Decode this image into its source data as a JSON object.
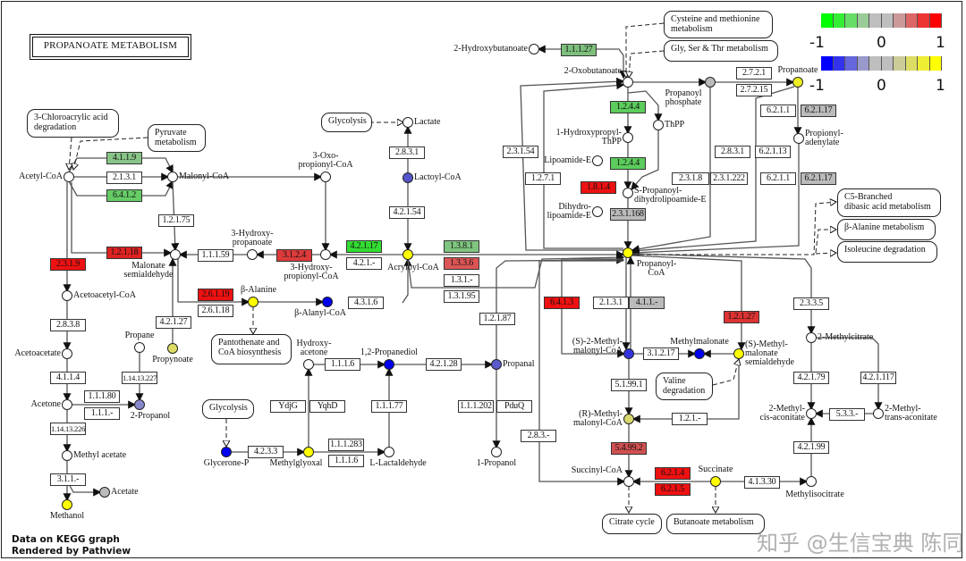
{
  "title": "PROPANOATE METABOLISM",
  "legend": {
    "gene_colors": [
      "#00ff00",
      "#33ee33",
      "#66dd66",
      "#99cc99",
      "#bebebe",
      "#bebebe",
      "#cc9999",
      "#dd6666",
      "#ee3333",
      "#ff0000"
    ],
    "compound_colors": [
      "#0000ff",
      "#3333ee",
      "#6666dd",
      "#9999cc",
      "#bebebe",
      "#bebebe",
      "#cccc99",
      "#dddd66",
      "#eeee33",
      "#ffff00"
    ],
    "gene_ticks": [
      "-1",
      "0",
      "1"
    ],
    "compound_ticks": [
      "-1",
      "0",
      "1"
    ]
  },
  "enzymes": [
    {
      "label": "1.1.1.27",
      "color": "#7dbf7d"
    },
    {
      "label": "4.1.1.9",
      "color": "#88c488"
    },
    {
      "label": "2.1.3.1",
      "color": "#ffffff"
    },
    {
      "label": "6.4.1.2",
      "color": "#66cc66"
    },
    {
      "label": "1.2.1.75",
      "color": "#ffffff"
    },
    {
      "label": "1.2.1.18",
      "color": "#dd2222"
    },
    {
      "label": "2.3.1.9",
      "color": "#ee1111"
    },
    {
      "label": "1.1.1.59",
      "color": "#ffffff"
    },
    {
      "label": "3.1.2.4",
      "color": "#dd3b3b"
    },
    {
      "label": "2.6.1.19",
      "color": "#ee1111"
    },
    {
      "label": "2.6.1.18",
      "color": "#ffffff"
    },
    {
      "label": "4.2.1.27",
      "color": "#ffffff"
    },
    {
      "label": "2.8.3.8",
      "color": "#ffffff"
    },
    {
      "label": "4.1.1.4",
      "color": "#ffffff"
    },
    {
      "label": "1.1.1.80",
      "color": "#ffffff"
    },
    {
      "label": "1.1.1.-",
      "color": "#ffffff"
    },
    {
      "label": "1.14.13.227",
      "color": "#ffffff"
    },
    {
      "label": "1.14.13.226",
      "color": "#ffffff"
    },
    {
      "label": "3.1.1.-",
      "color": "#ffffff"
    },
    {
      "label": "2.8.3.1",
      "color": "#ffffff"
    },
    {
      "label": "4.2.1.54",
      "color": "#ffffff"
    },
    {
      "label": "4.2.1.17",
      "color": "#33dd33"
    },
    {
      "label": "4.2.1.-",
      "color": "#ffffff"
    },
    {
      "label": "1.3.8.1",
      "color": "#7fc47f"
    },
    {
      "label": "1.3.3.6",
      "color": "#dd5555"
    },
    {
      "label": "1.3.1.-",
      "color": "#ffffff"
    },
    {
      "label": "1.3.1.95",
      "color": "#ffffff"
    },
    {
      "label": "4.3.1.6",
      "color": "#ffffff"
    },
    {
      "label": "1.1.1.6",
      "color": "#ffffff"
    },
    {
      "label": "4.2.1.28",
      "color": "#ffffff"
    },
    {
      "label": "YdjG",
      "color": "#ffffff"
    },
    {
      "label": "YqhD",
      "color": "#ffffff"
    },
    {
      "label": "1.1.1.77",
      "color": "#ffffff"
    },
    {
      "label": "1.1.1.283",
      "color": "#ffffff"
    },
    {
      "label": "1.1.1.6",
      "color": "#ffffff"
    },
    {
      "label": "4.2.3.3",
      "color": "#ffffff"
    },
    {
      "label": "1.2.1.87",
      "color": "#ffffff"
    },
    {
      "label": "1.1.1.202",
      "color": "#ffffff"
    },
    {
      "label": "PduQ",
      "color": "#ffffff"
    },
    {
      "label": "2.8.3.-",
      "color": "#ffffff"
    },
    {
      "label": "2.3.1.54",
      "color": "#ffffff"
    },
    {
      "label": "1.2.7.1",
      "color": "#ffffff"
    },
    {
      "label": "1.2.4.4",
      "color": "#5ccc5c"
    },
    {
      "label": "1.2.4.4",
      "color": "#5ccc5c"
    },
    {
      "label": "1.8.1.4",
      "color": "#ee1111"
    },
    {
      "label": "2.3.1.168",
      "color": "#bbbbbb"
    },
    {
      "label": "2.3.1.8",
      "color": "#ffffff"
    },
    {
      "label": "2.3.1.222",
      "color": "#ffffff"
    },
    {
      "label": "2.8.3.1",
      "color": "#ffffff"
    },
    {
      "label": "6.2.1.13",
      "color": "#ffffff"
    },
    {
      "label": "2.7.2.1",
      "color": "#ffffff"
    },
    {
      "label": "2.7.2.15",
      "color": "#ffffff"
    },
    {
      "label": "6.2.1.1",
      "color": "#ffffff"
    },
    {
      "label": "6.2.1.17",
      "color": "#bbbbbb"
    },
    {
      "label": "6.2.1.1",
      "color": "#ffffff"
    },
    {
      "label": "6.2.1.17",
      "color": "#bbbbbb"
    },
    {
      "label": "6.4.1.3",
      "color": "#ee1111"
    },
    {
      "label": "2.1.3.1",
      "color": "#ffffff"
    },
    {
      "label": "4.1.1.-",
      "color": "#bbbbbb"
    },
    {
      "label": "1.2.1.27",
      "color": "#dd3333"
    },
    {
      "label": "3.1.2.17",
      "color": "#ffffff"
    },
    {
      "label": "5.1.99.1",
      "color": "#ffffff"
    },
    {
      "label": "1.2.1.-",
      "color": "#ffffff"
    },
    {
      "label": "5.4.99.2",
      "color": "#d05050"
    },
    {
      "label": "6.2.1.4",
      "color": "#ee1111"
    },
    {
      "label": "6.2.1.5",
      "color": "#ee1111"
    },
    {
      "label": "4.1.3.30",
      "color": "#ffffff"
    },
    {
      "label": "2.3.3.5",
      "color": "#ffffff"
    },
    {
      "label": "4.2.1.79",
      "color": "#ffffff"
    },
    {
      "label": "4.2.1.117",
      "color": "#ffffff"
    },
    {
      "label": "5.3.3.-",
      "color": "#ffffff"
    },
    {
      "label": "4.2.1.99",
      "color": "#ffffff"
    }
  ],
  "compounds": [
    {
      "label": "Acetyl-CoA",
      "color": "#ffffff"
    },
    {
      "label": "Malonyl-CoA",
      "color": "#ffffff"
    },
    {
      "label": "3-Oxo-\npropionyl-CoA",
      "color": "#ffffff"
    },
    {
      "label": "Malonate\nsemialdehyde",
      "color": "#ffffff"
    },
    {
      "label": "3-Hydroxy-\npropanoate",
      "color": "#ffffff"
    },
    {
      "label": "3-Hydroxy-\npropionyl-CoA",
      "color": "#ffffff"
    },
    {
      "label": "Acetoacetyl-CoA",
      "color": "#ffffff"
    },
    {
      "label": "β-Alanine",
      "color": "#ffff00"
    },
    {
      "label": "β-Alanyl-CoA",
      "color": "#0000ee"
    },
    {
      "label": "Propynoate",
      "color": "#dddd66"
    },
    {
      "label": "Acetoacetate",
      "color": "#ffffff"
    },
    {
      "label": "Propane",
      "color": "#ffffff"
    },
    {
      "label": "Acetone",
      "color": "#ffffff"
    },
    {
      "label": "2-Propanol",
      "color": "#8888cc"
    },
    {
      "label": "Methyl acetate",
      "color": "#ffffff"
    },
    {
      "label": "Acetate",
      "color": "#bbbbbb"
    },
    {
      "label": "Methanol",
      "color": "#ffff00"
    },
    {
      "label": "Lactate",
      "color": "#ffffff"
    },
    {
      "label": "Lactoyl-CoA",
      "color": "#5555cc"
    },
    {
      "label": "Acryloyl-CoA",
      "color": "#ffff00"
    },
    {
      "label": "Hydroxy-\nacetone",
      "color": "#ffffff"
    },
    {
      "label": "1,2-Propanediol",
      "color": "#0000ee"
    },
    {
      "label": "Propanal",
      "color": "#5a5acc"
    },
    {
      "label": "Glycerone-P",
      "color": "#0000ee"
    },
    {
      "label": "Methylglyoxal",
      "color": "#ffff00"
    },
    {
      "label": "L-Lactaldehyde",
      "color": "#ffffff"
    },
    {
      "label": "1-Propanol",
      "color": "#ffffff"
    },
    {
      "label": "2-Hydroxybutanoate",
      "color": "#ffffff"
    },
    {
      "label": "2-Oxobutanoate",
      "color": "#ffffff"
    },
    {
      "label": "Propanoyl\nphosphate",
      "color": "#bbbbbb"
    },
    {
      "label": "Propanoate",
      "color": "#eeee22"
    },
    {
      "label": "1-Hydroxypropyl-\nThPP",
      "color": "#ffffff"
    },
    {
      "label": "ThPP",
      "color": "#ffffff"
    },
    {
      "label": "Lipoamide-E",
      "color": "#ffffff"
    },
    {
      "label": "Dihydro-\nlipoamide-E",
      "color": "#ffffff"
    },
    {
      "label": "S-Propanoyl-\ndihydrolipoamide-E",
      "color": "#ffffff"
    },
    {
      "label": "Propionyl-\nadenylate",
      "color": "#ffffff"
    },
    {
      "label": "Propanoyl-\nCoA",
      "color": "#ffff00"
    },
    {
      "label": "(S)-2-Methyl-\nmalonyl-CoA",
      "color": "#3333dd"
    },
    {
      "label": "Methylmalonate",
      "color": "#0000ee"
    },
    {
      "label": "(S)-Methyl-\nmalonate\nsemialdehyde",
      "color": "#ffff00"
    },
    {
      "label": "(R)-Methyl-\nmalonyl-CoA",
      "color": "#d8d870"
    },
    {
      "label": "Succinyl-CoA",
      "color": "#ffffff"
    },
    {
      "label": "Succinate",
      "color": "#ffff00"
    },
    {
      "label": "Methylisocitrate",
      "color": "#ffffff"
    },
    {
      "label": "2-Methylcitrate",
      "color": "#ffffff"
    },
    {
      "label": "2-Methyl-\ncis-aconitate",
      "color": "#ffffff"
    },
    {
      "label": "2-Methyl-\ntrans-aconitate",
      "color": "#ffffff"
    }
  ],
  "pathways": [
    {
      "label": "3-Chloroacrylic acid\ndegradation"
    },
    {
      "label": "Pyruvate\nmetabolism"
    },
    {
      "label": "Glycolysis"
    },
    {
      "label": "Cysteine and methionine\nmetabolism"
    },
    {
      "label": "Gly, Ser & Thr metabolism"
    },
    {
      "label": "C5-Branched\ndibasic acid metabolism"
    },
    {
      "label": "β-Alanine metabolism"
    },
    {
      "label": "Isoleucine degradation"
    },
    {
      "label": "Pantothenate and\nCoA biosynthesis"
    },
    {
      "label": "Glycolysis"
    },
    {
      "label": "Valine\ndegradation"
    },
    {
      "label": "Citrate cycle"
    },
    {
      "label": "Butanoate metabolism"
    }
  ],
  "footer": {
    "line1": "Data on KEGG graph",
    "line2": "Rendered by Pathview"
  },
  "watermark": "知乎 @生信宝典 陈同"
}
